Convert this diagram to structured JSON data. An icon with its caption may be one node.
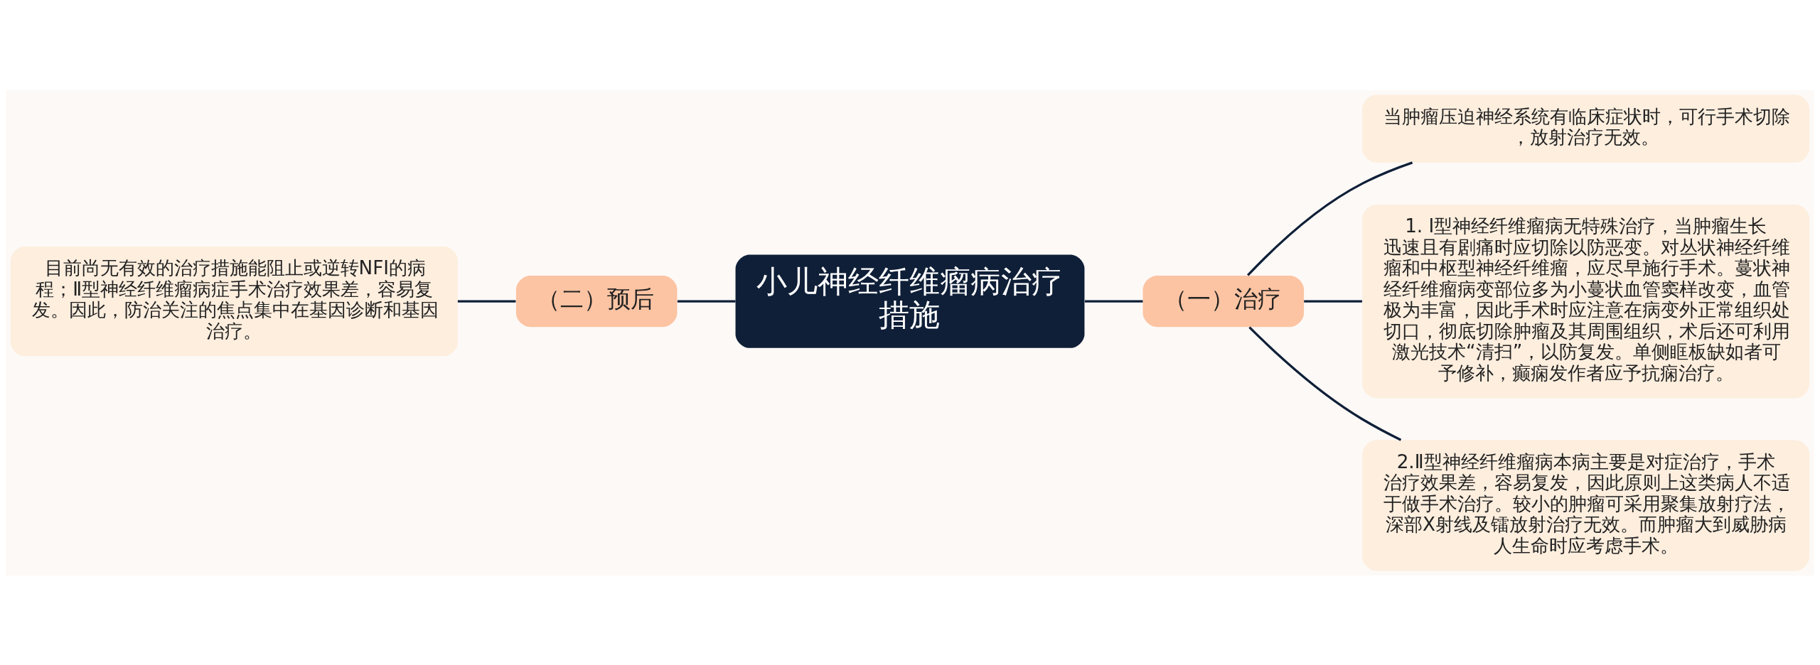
{
  "diagram": {
    "nodes": [
      {
        "text": [
          "小儿神经纤维瘤病治疗措施"
        ]
      },
      {
        "text": [
          "（一）治疗"
        ]
      },
      {
        "text": [
          "当肿瘤压迫神经系统有临床症状时，可行手术切除，放射治疗无效。"
        ]
      },
      {
        "text": [
          "1. Ⅰ型神经纤维瘤病无特殊治疗，当肿瘤生长迅速且有剧痛时应切除以防恶变。对丛状神经纤维瘤和中枢型神经纤维瘤，应尽早施行手术。蔓状神经纤维瘤病变部位多为小蔓状血管窦样改变，血管极为丰富，因此手术时应注意在病变外正常组织处切口，彻底切除肿瘤及其周围组织，术后还可利用激光技术“清扫”，以防复发。单侧眶板缺如者可予修补，癫痫发作者应予抗痫治疗。"
        ]
      },
      {
        "text": [
          "2.Ⅱ型神经纤维瘤病本病主要是对症治疗，手术治疗效果差，容易复发，因此原则上这类病人不适于做手术治疗。较小的肿瘤可采用聚集放射疗法，深部X射线及镭放射治疗无效。而肿瘤大到威胁病人生命时应考虑手术。"
        ]
      },
      {
        "text": [
          "（二）预后"
        ]
      },
      {
        "text": [
          "目前尚无有效的治疗措施能阻止或逆转NFⅠ的病程；Ⅱ型神经纤维瘤病症手术治疗效果差，容易复发。因此，防治关注的焦点集中在基因诊断和基因治疗。"
        ]
      }
    ],
    "edges": [
      {
        "from": 0,
        "to": 1,
        "arrow": "none"
      },
      {
        "from": 1,
        "to": 2,
        "arrow": "none"
      },
      {
        "from": 1,
        "to": 3,
        "arrow": "none"
      },
      {
        "from": 1,
        "to": 4,
        "arrow": "none"
      },
      {
        "from": 0,
        "to": 5,
        "arrow": "none"
      },
      {
        "from": 5,
        "to": 6,
        "arrow": "none"
      }
    ]
  }
}
